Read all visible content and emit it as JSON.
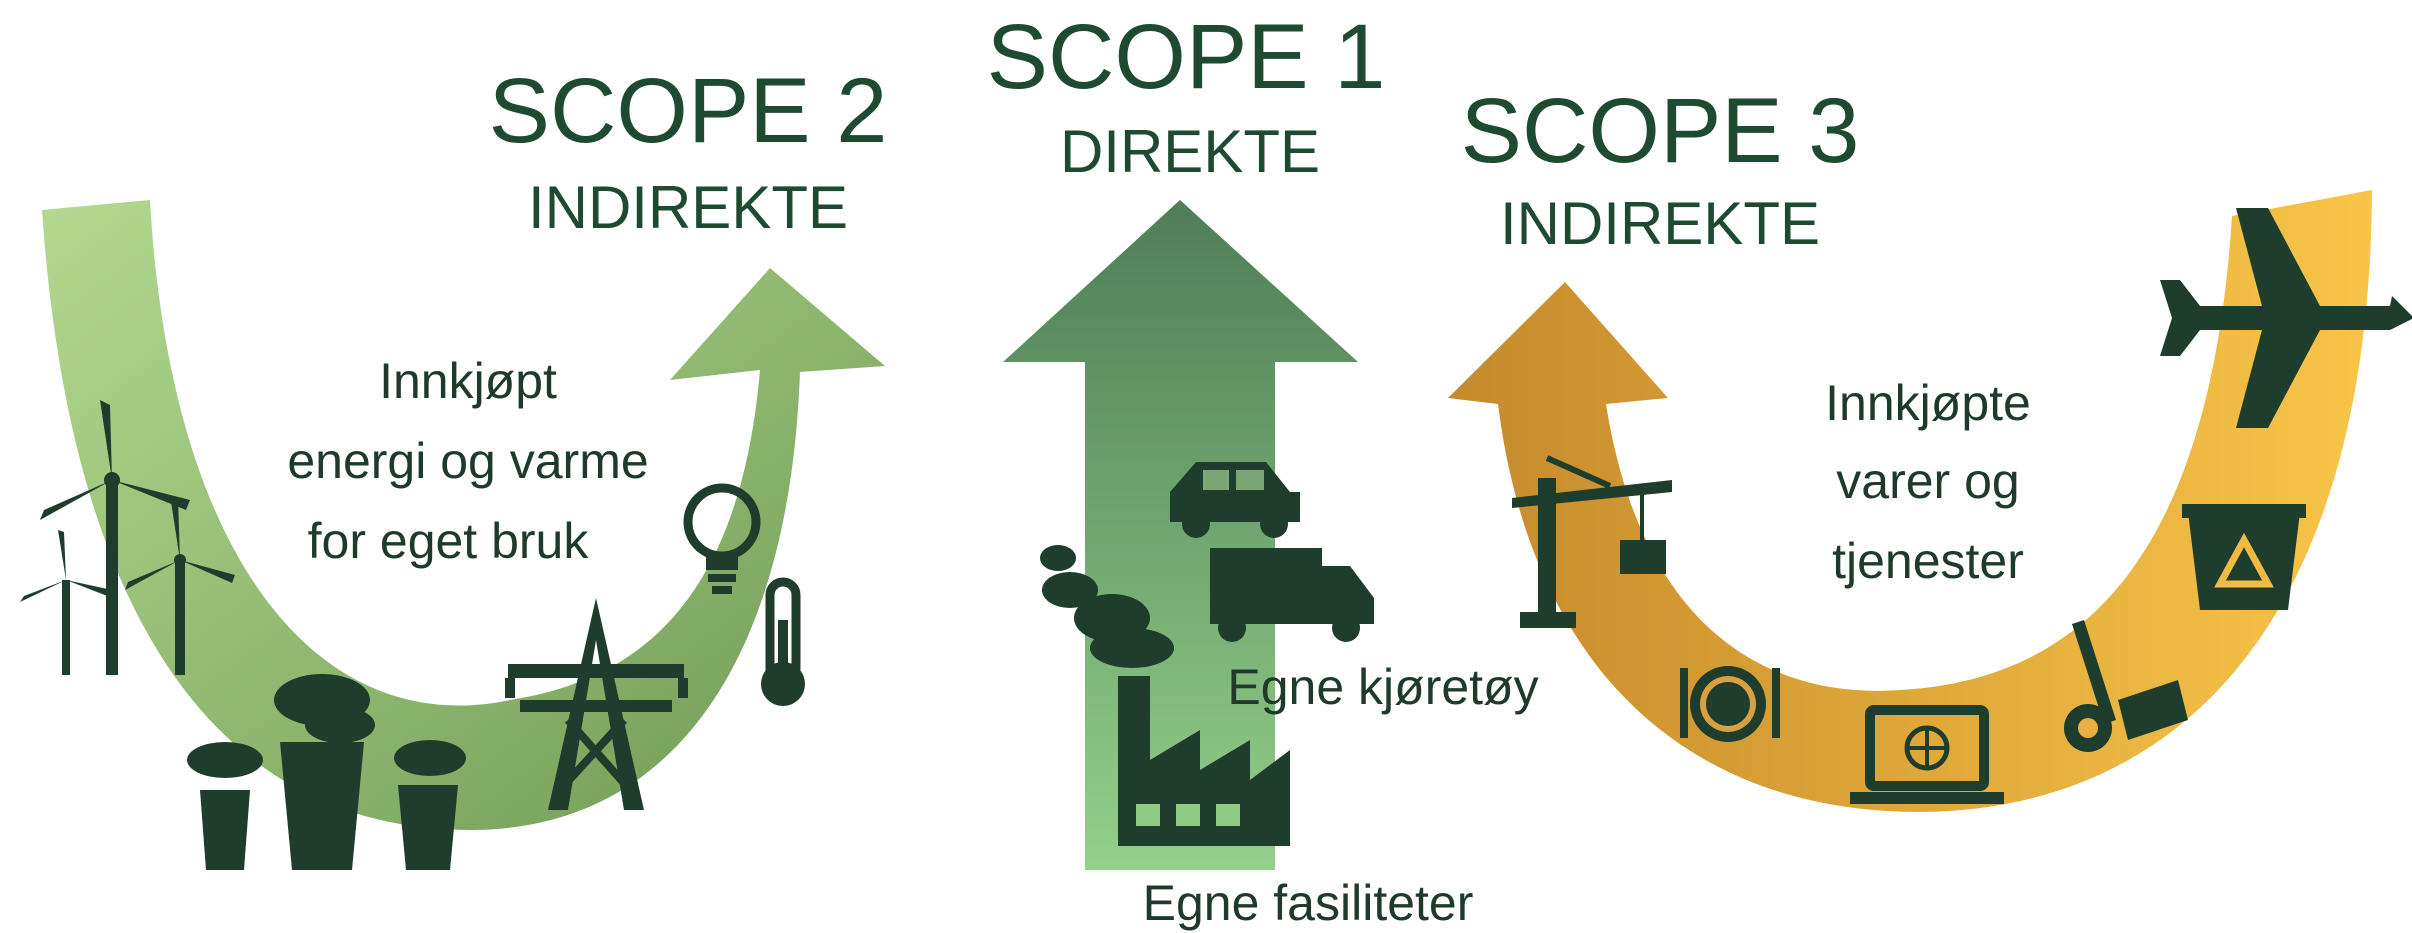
{
  "scope1": {
    "title": "SCOPE 1",
    "subtitle": "DIREKTE",
    "label_vehicles": "Egne kjøretøy",
    "label_facilities": "Egne fasiliteter"
  },
  "scope2": {
    "title": "SCOPE 2",
    "subtitle": "INDIREKTE",
    "label_lines": [
      "Innkjøpt",
      "energi og varme",
      "for eget bruk"
    ]
  },
  "scope3": {
    "title": "SCOPE 3",
    "subtitle": "INDIREKTE",
    "label_lines": [
      "Innkjøpte",
      "varer og",
      "tjenester"
    ]
  },
  "colors": {
    "scope1_arrow": "#5f8d5e",
    "scope2_arrow": "#8fbd6e",
    "scope3_arrow": "#e5a93a",
    "icon": "#1e3d2c",
    "text": "#1f4a32"
  },
  "icons": {
    "scope1": [
      "car-icon",
      "truck-icon",
      "smoke-icon",
      "factory-icon"
    ],
    "scope2": [
      "wind-turbine-icon",
      "power-plant-icon",
      "power-pylon-icon",
      "light-bulb-icon",
      "thermometer-icon"
    ],
    "scope3": [
      "crane-icon",
      "plate-cutlery-icon",
      "laptop-icon",
      "hand-truck-icon",
      "recycle-bin-icon",
      "airplane-icon"
    ]
  }
}
